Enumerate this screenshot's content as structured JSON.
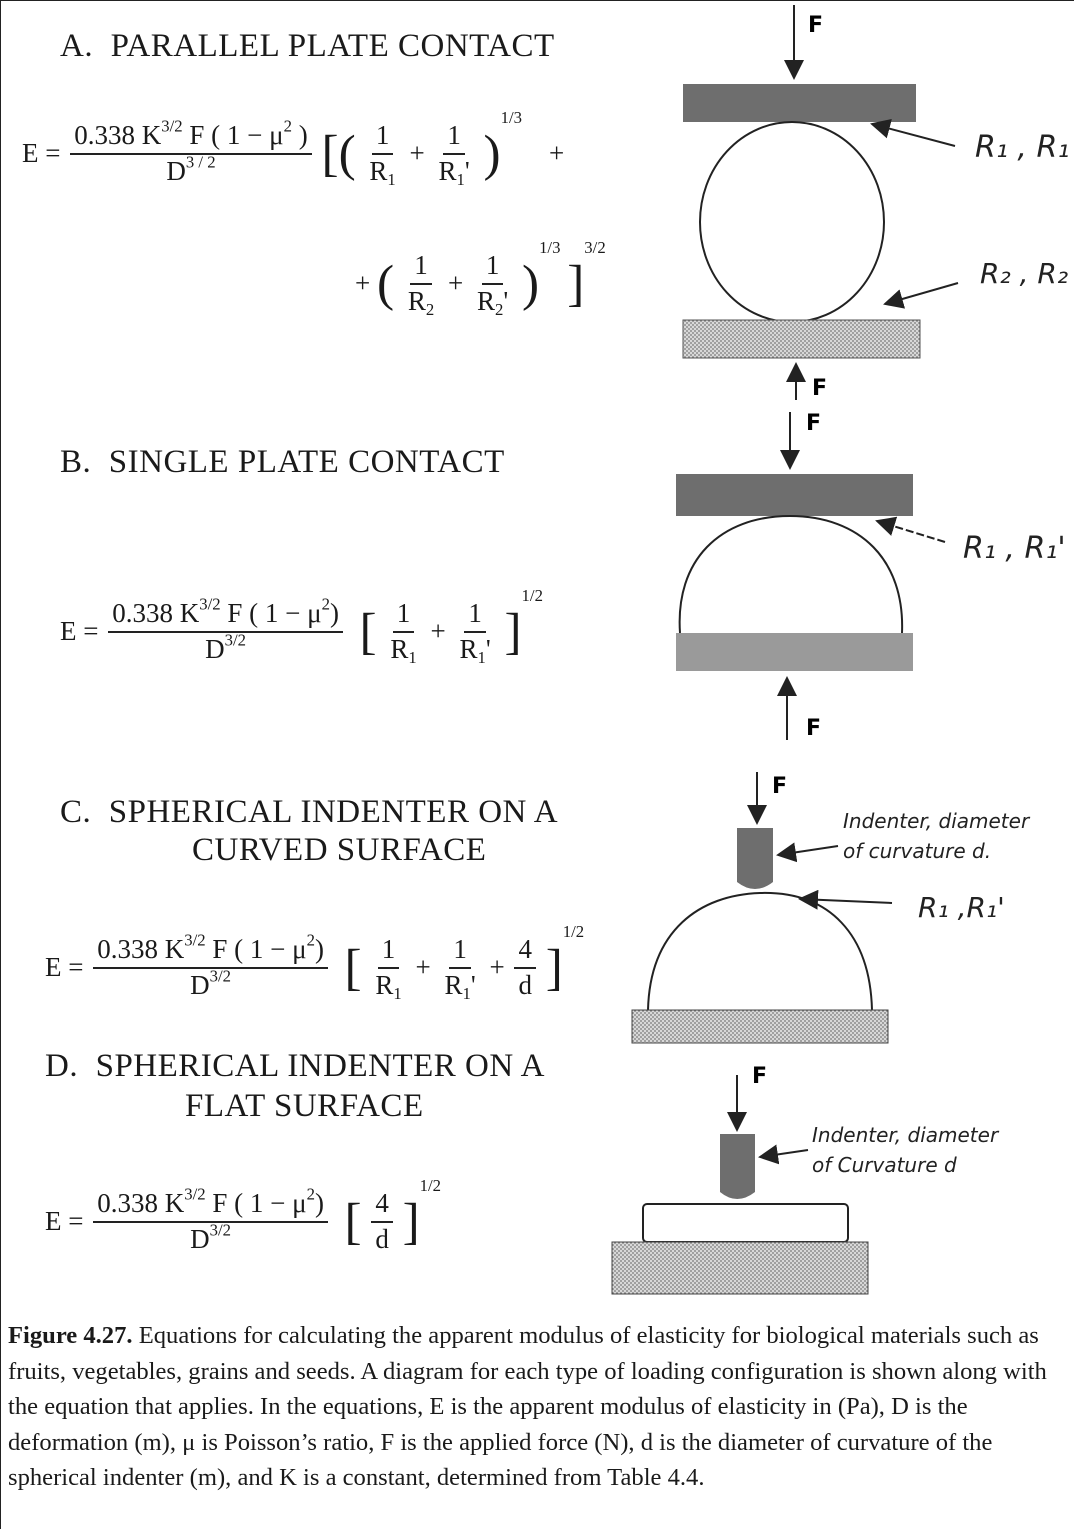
{
  "sections": {
    "a": {
      "letter": "A.",
      "title": "PARALLEL PLATE CONTACT"
    },
    "b": {
      "letter": "B.",
      "title": "SINGLE PLATE CONTACT"
    },
    "c": {
      "letter": "C.",
      "title_line1": "SPHERICAL INDENTER ON A",
      "title_line2": "CURVED SURFACE"
    },
    "d": {
      "letter": "D.",
      "title_line1": "SPHERICAL INDENTER ON A",
      "title_line2": "FLAT SURFACE"
    }
  },
  "equation": {
    "lhs": "E =",
    "coef": "0.338 K",
    "k_exp": "3/2",
    "force_term": "F ( 1 − μ",
    "mu_exp": "2",
    "close": ")",
    "den_base": "D",
    "den_exp": "3/2",
    "den_exp_a": "3 / 2",
    "one": "1",
    "r1": "R",
    "r2": "R",
    "sub1": "1",
    "sub2": "2",
    "prime": "'",
    "plus": "+",
    "four": "4",
    "d": "d",
    "exp13": "1/3",
    "exp32": "3/2",
    "exp12": "1/2"
  },
  "diagram_labels": {
    "force": "F",
    "r1_pair": "R₁ , R₁'",
    "r2_pair": "R₂ , R₂'",
    "r1_pair_b": "R₁ , R₁'",
    "r1_pair_c": "R₁ ,R₁'",
    "indenter_c_line1": "Indenter, diameter",
    "indenter_c_line2": "of curvature d.",
    "indenter_d_line1": "Indenter, diameter",
    "indenter_d_line2": "of Curvature d"
  },
  "caption": {
    "label": "Figure 4.27.",
    "text": " Equations for calculating the apparent modulus of elasticity for biological materials such as fruits, vegetables, grains and seeds. A diagram for each type of loading configuration is shown along with the equation that applies. In the equations, E is the apparent modulus of elasticity in (Pa), D is the deformation (m), μ is Poisson’s ratio, F is the applied force (N), d is the diameter of curvature of the spherical indenter (m), and K is a constant, determined from Table 4.4."
  }
}
